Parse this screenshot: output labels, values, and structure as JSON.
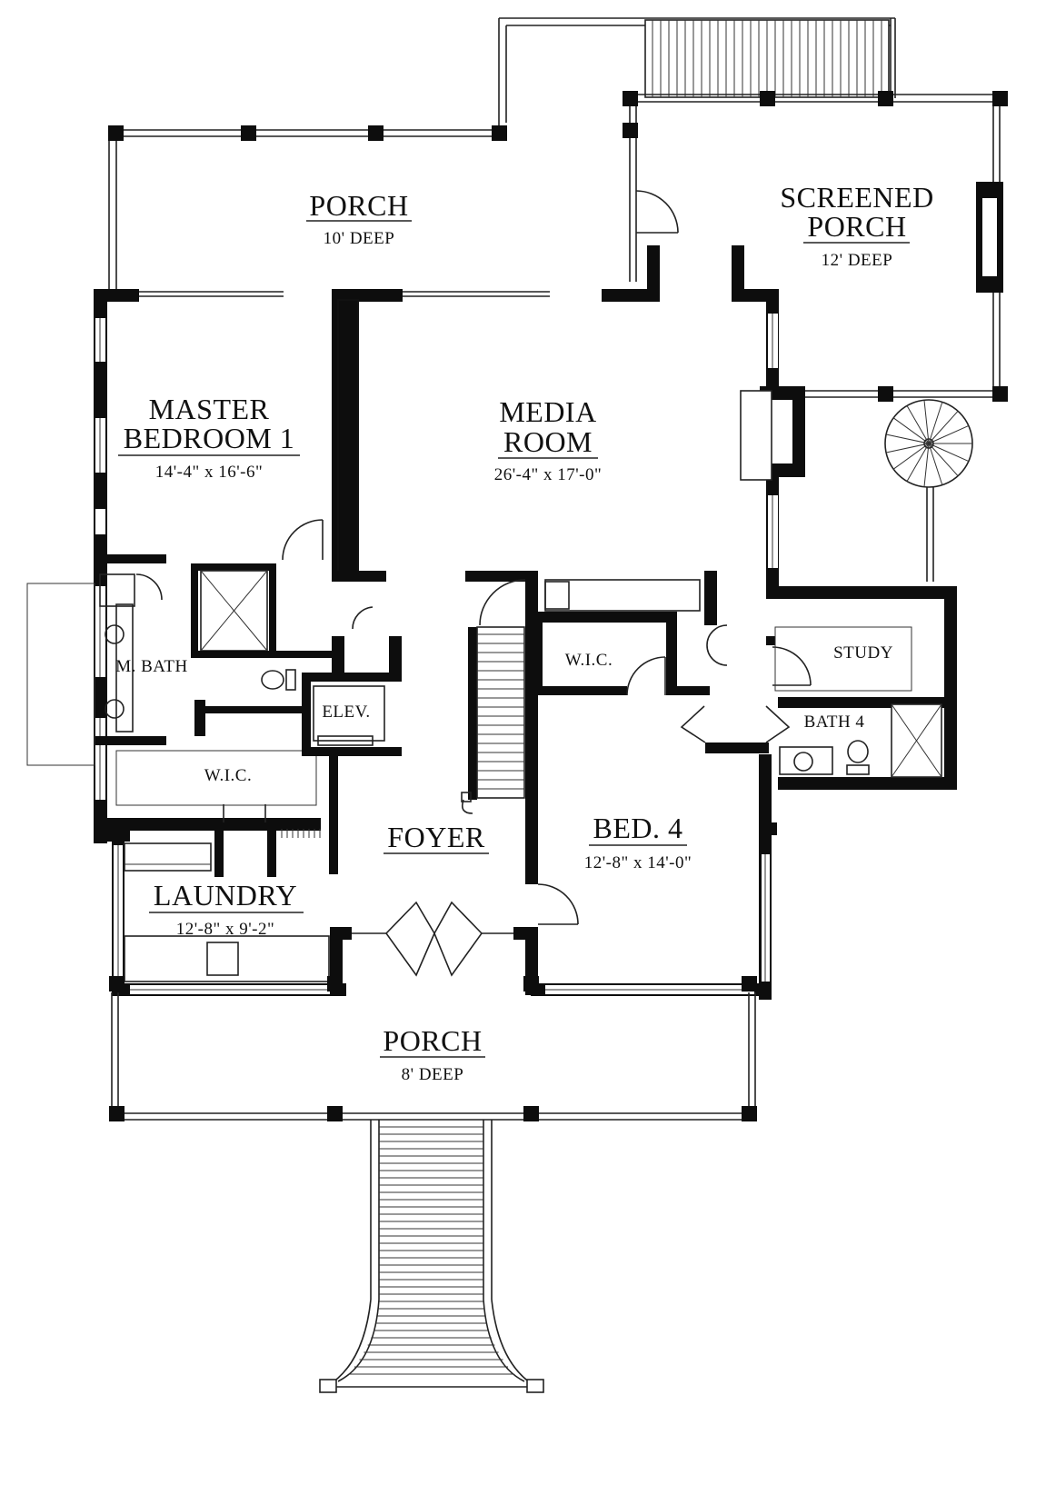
{
  "rooms": {
    "porch_rear": {
      "name": "PORCH",
      "dim": "10' DEEP"
    },
    "screened_porch": {
      "name_line1": "SCREENED",
      "name_line2": "PORCH",
      "dim": "12' DEEP"
    },
    "master_bedroom": {
      "name_line1": "MASTER",
      "name_line2": "BEDROOM 1",
      "dim": "14'-4\" x 16'-6\""
    },
    "media_room": {
      "name_line1": "MEDIA",
      "name_line2": "ROOM",
      "dim": "26'-4\" x 17'-0\""
    },
    "m_bath": {
      "name": "M. BATH"
    },
    "wic_master": {
      "name": "W.I.C."
    },
    "elev": {
      "name": "ELEV."
    },
    "wic_bed4": {
      "name": "W.I.C."
    },
    "study": {
      "name": "STUDY"
    },
    "bath4": {
      "name": "BATH 4"
    },
    "foyer": {
      "name": "FOYER"
    },
    "bed4": {
      "name": "BED. 4",
      "dim": "12'-8\" x 14'-0\""
    },
    "laundry": {
      "name": "LAUNDRY",
      "dim": "12'-8\" x 9'-2\""
    },
    "porch_front": {
      "name": "PORCH",
      "dim": "8' DEEP"
    }
  }
}
